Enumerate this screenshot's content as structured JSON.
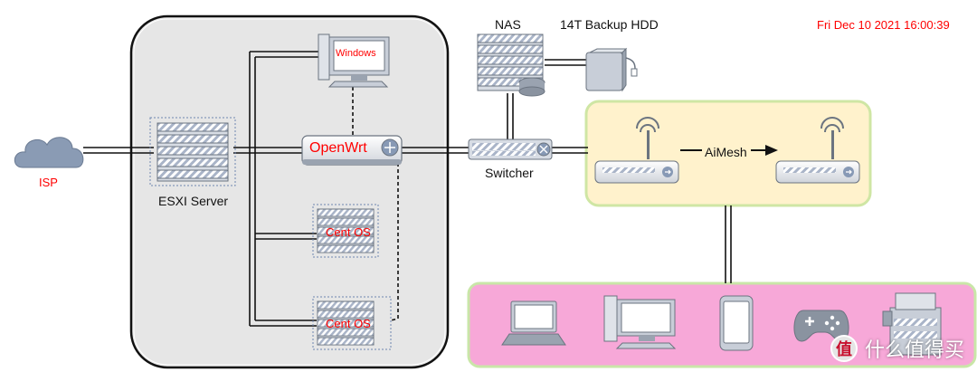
{
  "timestamp": "Fri Dec 10 2021 16:00:39",
  "nodes": {
    "isp": "ISP",
    "esxi": "ESXI Server",
    "windows": "Windows",
    "openwrt": "OpenWrt",
    "centos1": "Cent OS",
    "centos2": "Cent OS",
    "switcher": "Switcher",
    "nas": "NAS",
    "backup": "14T Backup HDD",
    "aimesh": "AiMesh"
  },
  "watermark": "什么值得买",
  "colors": {
    "red_label": "#ff0000",
    "esxi_panel": "#e6e6e6",
    "aimesh_panel": "#fff2cc",
    "aimesh_border": "#d5e8a0",
    "clients_panel": "#f7a8d8",
    "clients_border": "#c9e6a8"
  },
  "icons": [
    "cloud-icon",
    "server-rack-icon",
    "desktop-monitor-icon",
    "router-icon",
    "switch-icon",
    "nas-icon",
    "hard-drive-icon",
    "wifi-router-icon",
    "laptop-icon",
    "desktop-pc-icon",
    "tablet-icon",
    "gamepad-icon",
    "printer-icon"
  ]
}
